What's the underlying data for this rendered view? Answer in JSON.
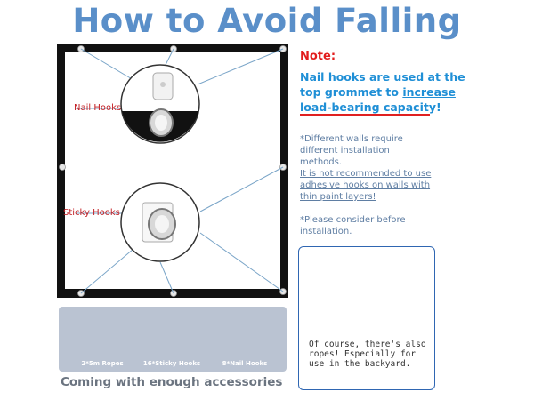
{
  "title": "How to Avoid Falling",
  "labels": {
    "nail_hooks": "Nail Hooks",
    "sticky_hooks": "Sticky Hooks"
  },
  "note": {
    "heading": "Note:",
    "line1": "Nail hooks are used at the",
    "line2_prefix": "top grommet to ",
    "line2_emph": "increase",
    "line3": "load-bearing capacity!"
  },
  "info": {
    "p1": "*Different walls require different installation methods.",
    "p2": "It is not recommended to use adhesive hooks on walls with thin paint layers!",
    "p3": "*Please consider before installation."
  },
  "ropes_note": "Of course, there's also ropes! Especially for use in the backyard.",
  "accessories": {
    "items": [
      {
        "label": "2*5m Ropes",
        "icon": "rope-bundle-icon"
      },
      {
        "label": "16*Sticky Hooks",
        "icon": "sticky-hook-icon"
      },
      {
        "label": "8*Nail Hooks",
        "icon": "nail-hook-icon"
      }
    ],
    "footer": "Coming with enough accessories"
  },
  "colors": {
    "title": "#5a8fc9",
    "label_red": "#c21d22",
    "note_blue": "#1f8fd6",
    "frame": "#111111",
    "box_border": "#2f66b2"
  }
}
